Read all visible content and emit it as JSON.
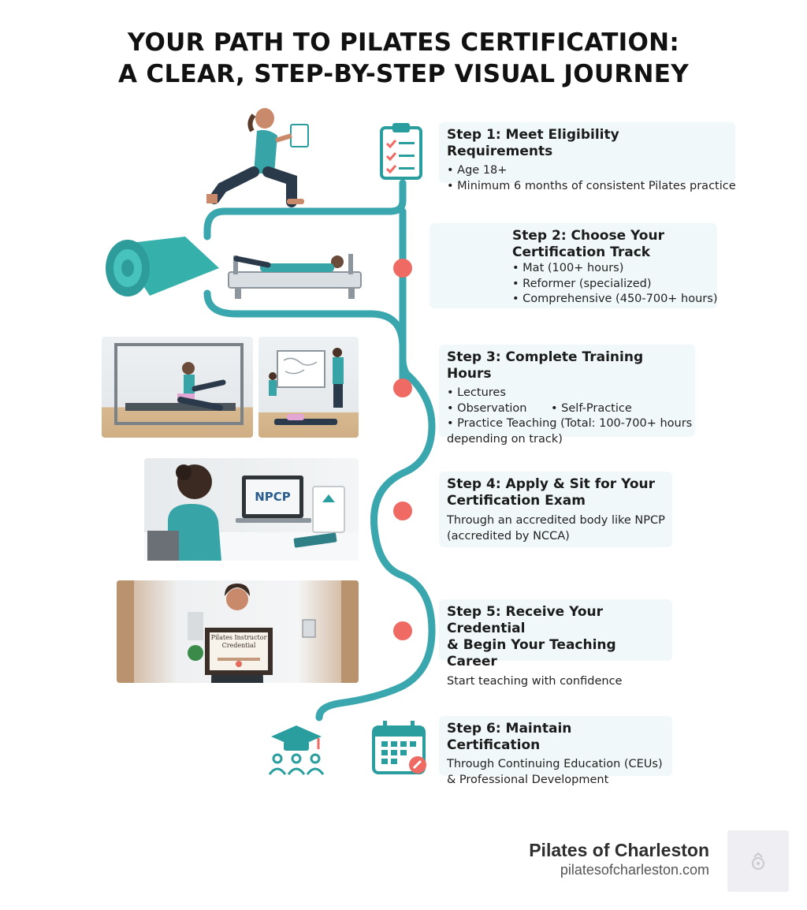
{
  "title": {
    "line1": "YOUR PATH TO PILATES CERTIFICATION:",
    "line2": "A CLEAR, STEP-BY-STEP VISUAL JOURNEY"
  },
  "colors": {
    "path": "#3aa6ad",
    "dot": "#ee6a63",
    "box_bg": "#f1f8f9",
    "teal_icon": "#2a9d9e"
  },
  "steps": [
    {
      "heading": "Step 1: Meet Eligibility Requirements",
      "icon": "clipboard-checklist-icon",
      "lines": [
        "Age 18+",
        "Minimum 6 months of consistent Pilates practice"
      ]
    },
    {
      "heading_line1": "Step 2: Choose Your",
      "heading_line2": "Certification Track",
      "icon": "diploma-scroll-icon",
      "lines": [
        "Mat (100+ hours)",
        "Reformer (specialized)",
        "Comprehensive (450-700+ hours)"
      ]
    },
    {
      "heading": "Step 3: Complete Training Hours",
      "lines": [
        "Lectures",
        "Observation",
        "Self-Practice",
        "Practice Teaching (Total: 100-700+ hours",
        "depending on track)"
      ]
    },
    {
      "heading_line1": "Step 4: Apply & Sit for Your",
      "heading_line2": "Certification Exam",
      "lines": [
        "Through an accredited body like NPCP",
        "(accredited by NCCA)"
      ]
    },
    {
      "heading_line1": "Step 5: Receive Your Credential",
      "heading_line2": "& Begin Your Teaching Career",
      "lines": [
        "Start teaching with confidence"
      ]
    },
    {
      "heading": "Step 6: Maintain Certification",
      "icon": "calendar-icon",
      "lines": [
        "Through Continuing Education (CEUs)",
        "& Professional Development"
      ]
    }
  ],
  "illustrations": {
    "laptop_screen_text": "NPCP",
    "certificate_text_1": "Pilates Instructor",
    "certificate_text_2": "Credential"
  },
  "brand": {
    "name": "Pilates of Charleston",
    "url": "pilatesofcharleston.com"
  }
}
